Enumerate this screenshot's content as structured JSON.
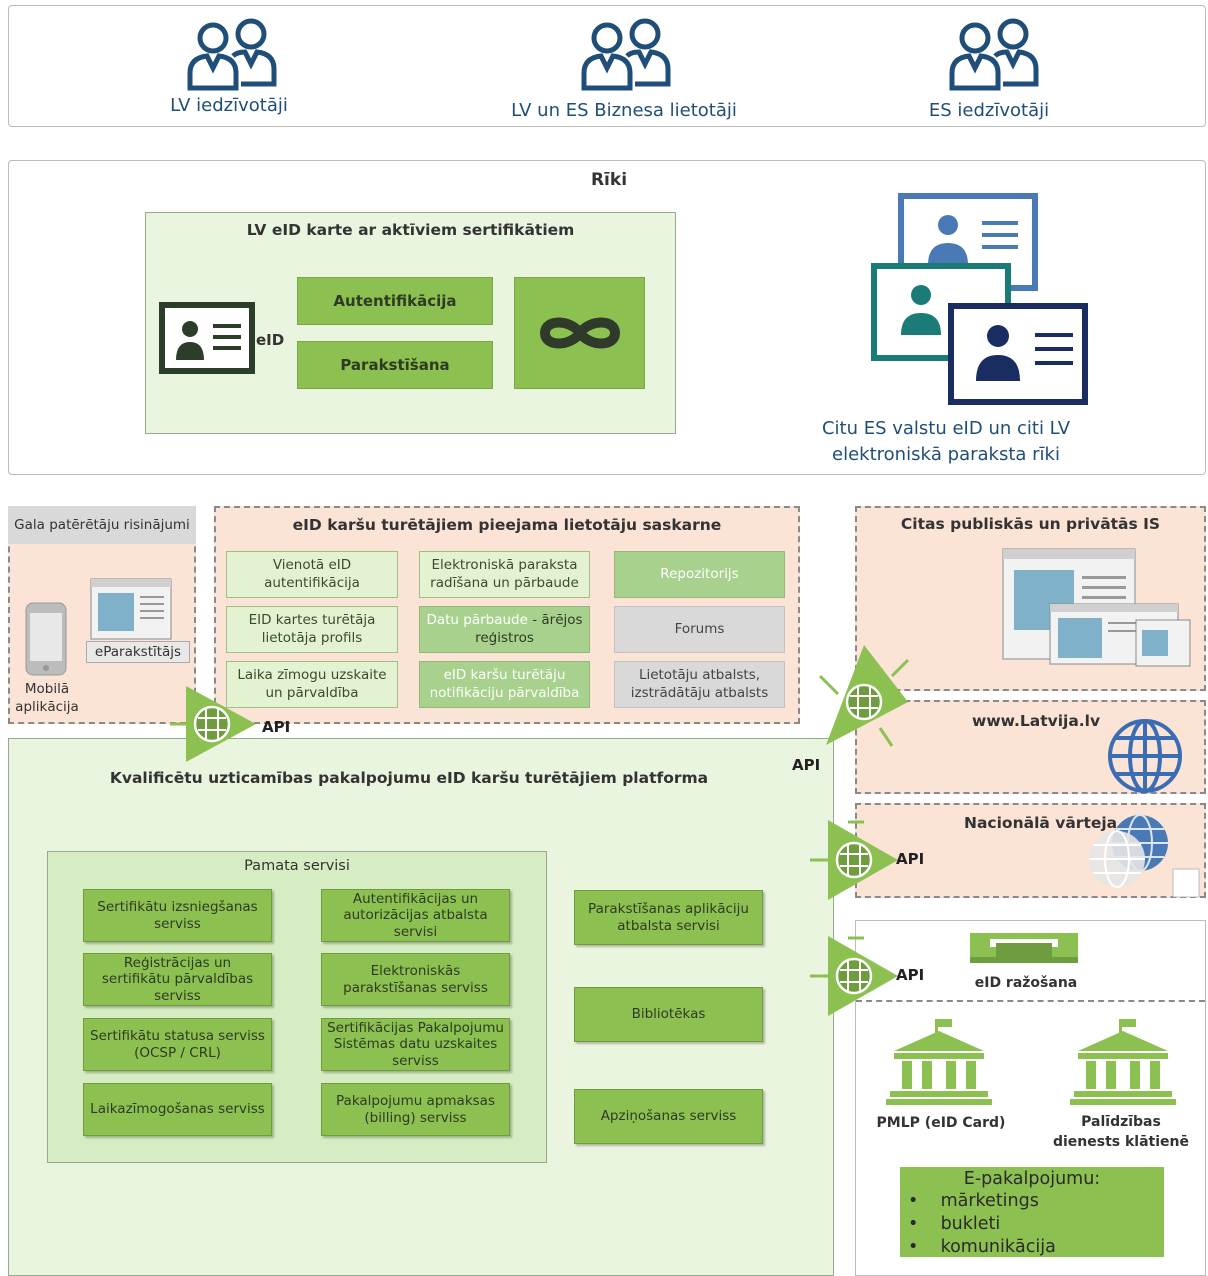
{
  "users": [
    {
      "label": "LV iedzīvotāji"
    },
    {
      "label": "LV un ES Biznesa lietotāji"
    },
    {
      "label": "ES iedzīvotāji"
    }
  ],
  "tools": {
    "title": "Rīki",
    "card_box_title": "LV eID karte ar aktīviem sertifikātiem",
    "eid_label": "eID",
    "auth_label": "Autentifikācija",
    "sign_label": "Parakstīšana",
    "other_caption": "Citu ES valstu eID un citi LV elektroniskā paraksta rīki"
  },
  "end_user": {
    "header": "Gala patērētāju risinājumi",
    "mobile_label": "Mobilā aplikācija",
    "esigner_label": "eParakstītājs"
  },
  "portal": {
    "title": "eID karšu turētājiem pieejama lietotāju saskarne",
    "items": [
      "Vienotā eID autentifikācija",
      "Elektroniskā paraksta radīšana un pārbaude",
      "Repozitorijs",
      "EID kartes turētāja lietotāja profils",
      "Datu pārbaude",
      "- ārējos",
      "reģistros",
      "Forums",
      "Laika zīmogu uzskaite un pārvaldība",
      "eID karšu turētāju notifikāciju pārvaldība",
      "Lietotāju atbalsts, izstrādātāju atbalsts"
    ]
  },
  "external": {
    "other_is": "Citas publiskās un privātās IS",
    "latvija": "www.Latvija.lv",
    "gateway": "Nacionālā vārteja",
    "production": "eID ražošana",
    "pmlp": "PMLP (eID Card)",
    "help": "Palīdzības dienests klātienē",
    "eservices_title": "E-pakalpojumu:",
    "eservices": [
      "mārketings",
      "bukleti",
      "komunikācija"
    ]
  },
  "api_labels": [
    "API",
    "API",
    "API",
    "API"
  ],
  "platform": {
    "title": "Kvalificētu uzticamības pakalpojumu eID karšu turētājiem platforma",
    "core_title": "Pamata servisi",
    "core_services": [
      "Sertifikātu izsniegšanas serviss",
      "Autentifikācijas un autorizācijas atbalsta servisi",
      "Reģistrācijas un sertifikātu pārvaldības serviss",
      "Elektroniskās parakstīšanas serviss",
      "Sertifikātu statusa serviss (OCSP / CRL)",
      "Sertifikācijas Pakalpojumu Sistēmas datu uzskaites serviss",
      "Laikazīmogošanas serviss",
      "Pakalpojumu apmaksas (billing) serviss"
    ],
    "side_services": [
      "Parakstīšanas aplikāciju atbalsta servisi",
      "Bibliotēkas",
      "Apziņošanas serviss"
    ]
  },
  "colors": {
    "navy": "#1f4e79",
    "green": "#8cc152",
    "light_green": "#e3f3d2",
    "peach": "#fbe3d6",
    "teal": "#1b7b77"
  }
}
